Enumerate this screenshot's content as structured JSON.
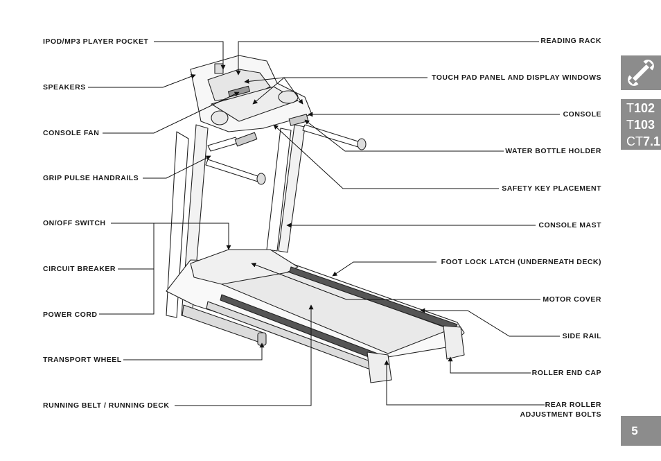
{
  "labels_left": [
    "IPOD/MP3 PLAYER POCKET",
    "SPEAKERS",
    "CONSOLE FAN",
    "GRIP PULSE HANDRAILS",
    "ON/OFF SWITCH",
    "CIRCUIT BREAKER",
    "POWER CORD",
    "TRANSPORT WHEEL",
    "RUNNING BELT / RUNNING DECK"
  ],
  "labels_right": [
    "READING RACK",
    "TOUCH PAD PANEL AND DISPLAY WINDOWS",
    "CONSOLE",
    "WATER BOTTLE HOLDER",
    "SAFETY KEY PLACEMENT",
    "CONSOLE MAST",
    "FOOT LOCK LATCH (UNDERNEATH DECK)",
    "MOTOR COVER",
    "SIDE RAIL",
    "ROLLER END CAP",
    "REAR ROLLER",
    "ADJUSTMENT BOLTS"
  ],
  "side_tabs": {
    "tool_icon": "wrench-icon",
    "models": [
      {
        "prefix": "T",
        "number": "102"
      },
      {
        "prefix": "T",
        "number": "103"
      },
      {
        "prefix": "CT",
        "number": "7.1"
      }
    ],
    "page_number": "5",
    "tab_color": "#8c8c8c"
  }
}
